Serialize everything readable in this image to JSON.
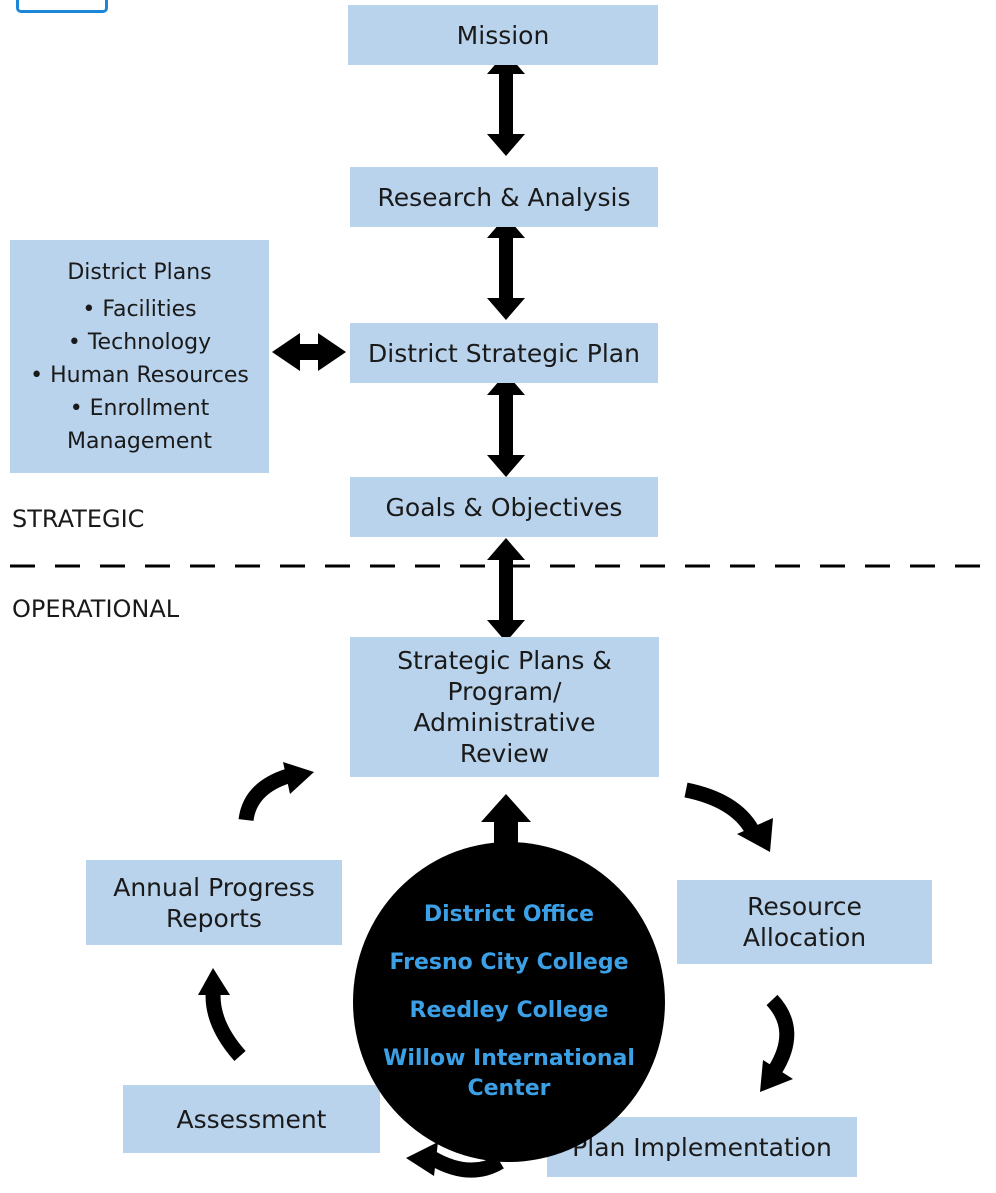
{
  "strategic": {
    "section_label": "STRATEGIC",
    "mission": "Mission",
    "research": "Research & Analysis",
    "district_strategic_plan": "District Strategic Plan",
    "goals": "Goals & Objectives",
    "district_plans": {
      "title": "District Plans",
      "items": [
        "• Facilities",
        "• Technology",
        "• Human Resources",
        "• Enrollment",
        "Management"
      ]
    }
  },
  "operational": {
    "section_label": "OPERATIONAL",
    "review_lines": [
      "Strategic Plans &",
      "Program/",
      "Administrative",
      "Review"
    ],
    "resource_lines": [
      "Resource",
      "Allocation"
    ],
    "implementation": "Plan Implementation",
    "assessment": "Assessment",
    "progress_lines": [
      "Annual Progress",
      "Reports"
    ],
    "center_lines": [
      "District Office",
      "Fresno City College",
      "Reedley College",
      "Willow International",
      "Center"
    ]
  },
  "colors": {
    "box_fill": "#b9d3ec",
    "arrow": "#000000",
    "center_fill": "#000000",
    "center_text": "#3ba0e6"
  }
}
